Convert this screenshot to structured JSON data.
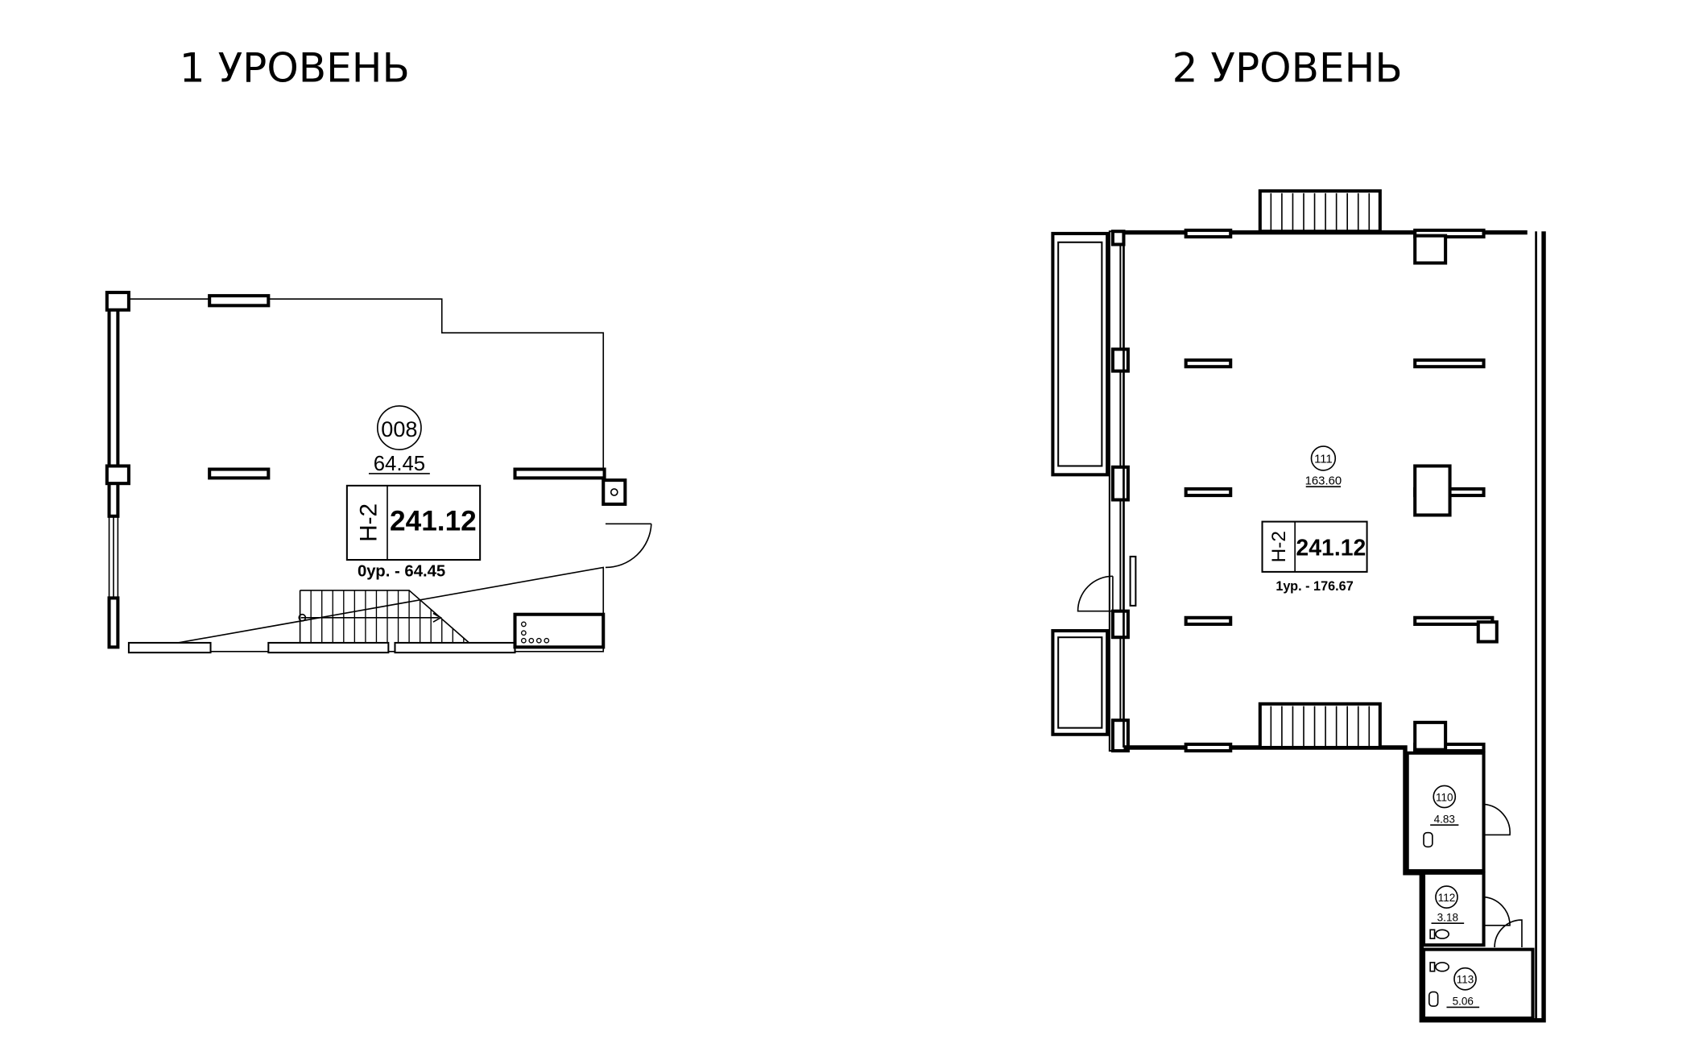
{
  "levels": [
    {
      "title": "1 УРОВЕНЬ",
      "room": {
        "number": "008",
        "area": "64.45"
      },
      "unit": {
        "code": "Н-2",
        "total_area": "241.12",
        "level_area": "0ур. - 64.45"
      }
    },
    {
      "title": "2 УРОВЕНЬ",
      "room": {
        "number": "111",
        "area": "163.60"
      },
      "unit": {
        "code": "Н-2",
        "total_area": "241.12",
        "level_area": "1ур. - 176.67"
      },
      "extra_rooms": [
        {
          "number": "110",
          "area": "4.83"
        },
        {
          "number": "112",
          "area": "3.18"
        },
        {
          "number": "113",
          "area": "5.06"
        }
      ]
    }
  ]
}
